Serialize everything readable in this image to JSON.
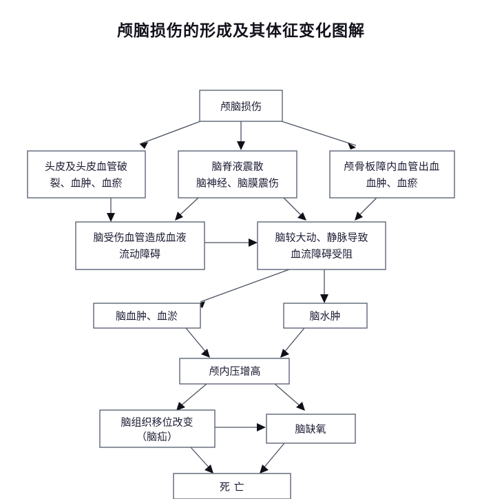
{
  "document": {
    "title": "颅脑损伤的形成及其体征变化图解",
    "background_color": "#ffffff",
    "box_stroke_color": "#5b6474",
    "arrow_color": "#101018",
    "text_color": "#1b1b33"
  },
  "chart_data": {
    "type": "diagram",
    "title": "颅脑损伤的形成及其体征变化图解",
    "diagram_kind": "flowchart",
    "orientation": "top-to-bottom",
    "nodes": [
      {
        "id": "n1",
        "label_line1": "颅脑损伤",
        "label_line2": "",
        "row": 1
      },
      {
        "id": "n2",
        "label_line1": "头皮及头皮血管破",
        "label_line2": "裂、血肿、血瘀",
        "row": 2
      },
      {
        "id": "n3",
        "label_line1": "脑脊液震散",
        "label_line2": "脑神经、脑膜震伤",
        "row": 2
      },
      {
        "id": "n4",
        "label_line1": "颅骨板障内血管出血",
        "label_line2": "血肿、血瘀",
        "row": 2
      },
      {
        "id": "n5",
        "label_line1": "脑受伤血管造成血液",
        "label_line2": "流动障碍",
        "row": 3
      },
      {
        "id": "n6",
        "label_line1": "脑较大动、静脉导致",
        "label_line2": "血流障碍受阻",
        "row": 3
      },
      {
        "id": "n7",
        "label_line1": "脑血肿、血淤",
        "label_line2": "",
        "row": 4
      },
      {
        "id": "n8",
        "label_line1": "脑水肿",
        "label_line2": "",
        "row": 4
      },
      {
        "id": "n9",
        "label_line1": "颅内压增高",
        "label_line2": "",
        "row": 5
      },
      {
        "id": "n10",
        "label_line1": "脑组织移位改变",
        "label_line2": "（脑疝）",
        "row": 6
      },
      {
        "id": "n11",
        "label_line1": "脑缺氧",
        "label_line2": "",
        "row": 6
      },
      {
        "id": "n12",
        "label_line1": "死  亡",
        "label_line2": "",
        "row": 7
      }
    ],
    "edges": [
      {
        "from": "n1",
        "to": "n2"
      },
      {
        "from": "n1",
        "to": "n3"
      },
      {
        "from": "n1",
        "to": "n4"
      },
      {
        "from": "n2",
        "to": "n5"
      },
      {
        "from": "n3",
        "to": "n5"
      },
      {
        "from": "n3",
        "to": "n6"
      },
      {
        "from": "n4",
        "to": "n6"
      },
      {
        "from": "n5",
        "to": "n6"
      },
      {
        "from": "n6",
        "to": "n7"
      },
      {
        "from": "n6",
        "to": "n8"
      },
      {
        "from": "n7",
        "to": "n9"
      },
      {
        "from": "n8",
        "to": "n9"
      },
      {
        "from": "n9",
        "to": "n10"
      },
      {
        "from": "n9",
        "to": "n11"
      },
      {
        "from": "n10",
        "to": "n11"
      },
      {
        "from": "n10",
        "to": "n12"
      },
      {
        "from": "n11",
        "to": "n12"
      }
    ]
  }
}
